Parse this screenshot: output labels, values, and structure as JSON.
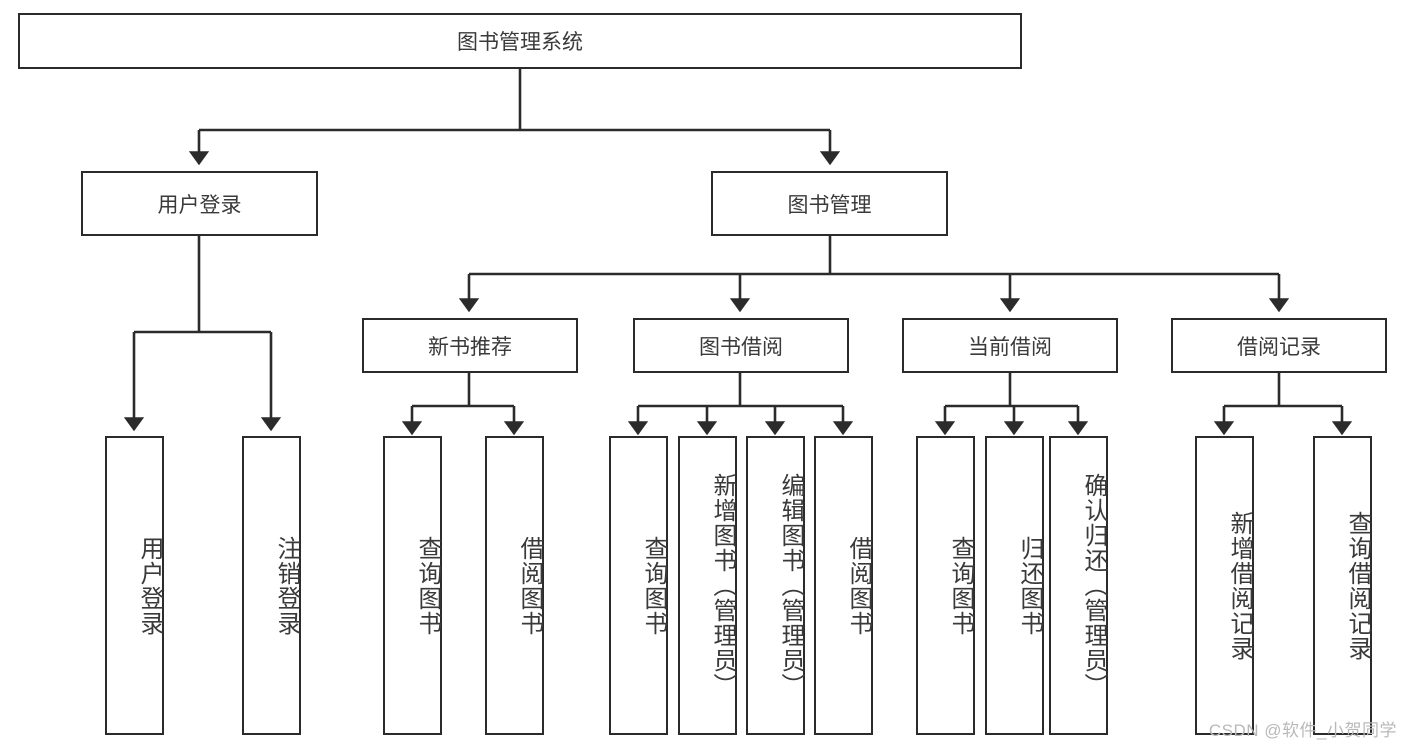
{
  "diagram": {
    "title": "图书管理系统",
    "watermark": "CSDN @软件_小贺同学",
    "colors": {
      "box_border": "#2b2b2b",
      "text": "#3a3a3a",
      "edge": "#2b2b2b",
      "background": "#ffffff",
      "watermark": "#b9b9b9"
    },
    "nodes": {
      "root": {
        "label": "图书管理系统"
      },
      "level2": [
        {
          "label": "用户登录"
        },
        {
          "label": "图书管理"
        }
      ],
      "level3": [
        {
          "label": "新书推荐"
        },
        {
          "label": "图书借阅"
        },
        {
          "label": "当前借阅"
        },
        {
          "label": "借阅记录"
        }
      ],
      "leaves_user_login": [
        {
          "label": "用户登录"
        },
        {
          "label": "注销登录"
        }
      ],
      "leaves_new_book": [
        {
          "label": "查询图书"
        },
        {
          "label": "借阅图书"
        }
      ],
      "leaves_borrow": [
        {
          "label": "查询图书"
        },
        {
          "label": "新增图书（管理员）"
        },
        {
          "label": "编辑图书（管理员）"
        },
        {
          "label": "借阅图书"
        }
      ],
      "leaves_current": [
        {
          "label": "查询图书"
        },
        {
          "label": "归还图书"
        },
        {
          "label": "确认归还（管理员）"
        }
      ],
      "leaves_records": [
        {
          "label": "新增借阅记录"
        },
        {
          "label": "查询借阅记录"
        }
      ]
    }
  }
}
